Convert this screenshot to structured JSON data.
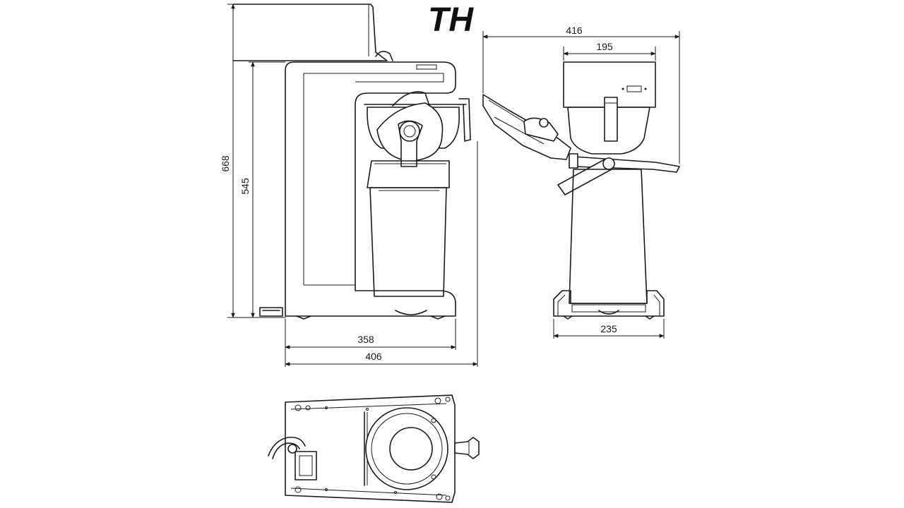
{
  "title": "TH",
  "dimensions": {
    "total_height": "668",
    "body_height": "545",
    "base_depth": "358",
    "total_depth": "406",
    "total_width": "416",
    "top_width": "195",
    "base_width": "235"
  },
  "colors": {
    "ink": "#1a1a1a",
    "background": "#ffffff"
  }
}
